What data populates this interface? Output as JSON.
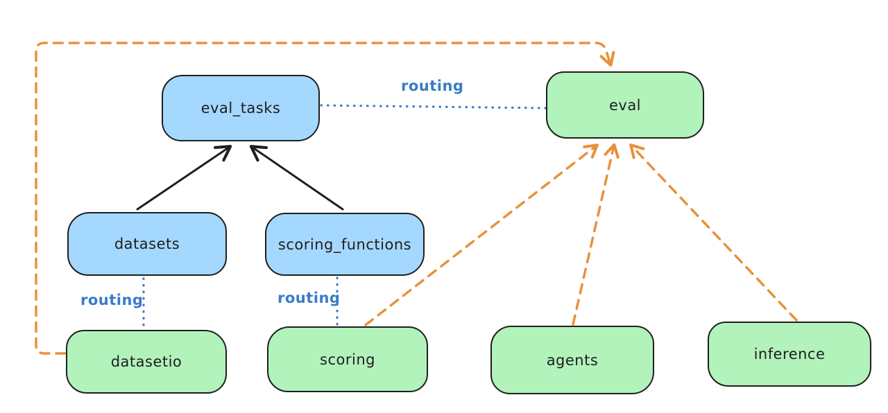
{
  "diagram": {
    "nodes": {
      "eval_tasks": {
        "label": "eval_tasks",
        "fill": "blue"
      },
      "eval": {
        "label": "eval",
        "fill": "green"
      },
      "datasets": {
        "label": "datasets",
        "fill": "blue"
      },
      "scoring_functions": {
        "label": "scoring_functions",
        "fill": "blue"
      },
      "datasetio": {
        "label": "datasetio",
        "fill": "green"
      },
      "scoring": {
        "label": "scoring",
        "fill": "green"
      },
      "agents": {
        "label": "agents",
        "fill": "green"
      },
      "inference": {
        "label": "inference",
        "fill": "green"
      }
    },
    "labels": {
      "routing": "routing"
    },
    "edges": [
      {
        "from": "datasets",
        "to": "eval_tasks",
        "style": "solid-black-arrow"
      },
      {
        "from": "scoring_functions",
        "to": "eval_tasks",
        "style": "solid-black-arrow"
      },
      {
        "from": "eval_tasks",
        "to": "eval",
        "style": "dotted-blue-line",
        "label": "routing"
      },
      {
        "from": "datasets",
        "to": "datasetio",
        "style": "dotted-blue-line",
        "label": "routing"
      },
      {
        "from": "scoring_functions",
        "to": "scoring",
        "style": "dotted-blue-line",
        "label": "routing"
      },
      {
        "from": "datasetio",
        "to": "eval",
        "style": "dashed-orange-arrow"
      },
      {
        "from": "scoring",
        "to": "eval",
        "style": "dashed-orange-arrow"
      },
      {
        "from": "agents",
        "to": "eval",
        "style": "dashed-orange-arrow"
      },
      {
        "from": "inference",
        "to": "eval",
        "style": "dashed-orange-arrow"
      }
    ],
    "colors": {
      "blue_node_fill": "#a5d8ff",
      "green_node_fill": "#b2f2bb",
      "node_stroke": "#1e1e1e",
      "routing_blue": "#3a7bc8",
      "dependency_orange": "#e8913c",
      "solid_arrow_black": "#1e1e1e",
      "background": "#ffffff"
    }
  }
}
